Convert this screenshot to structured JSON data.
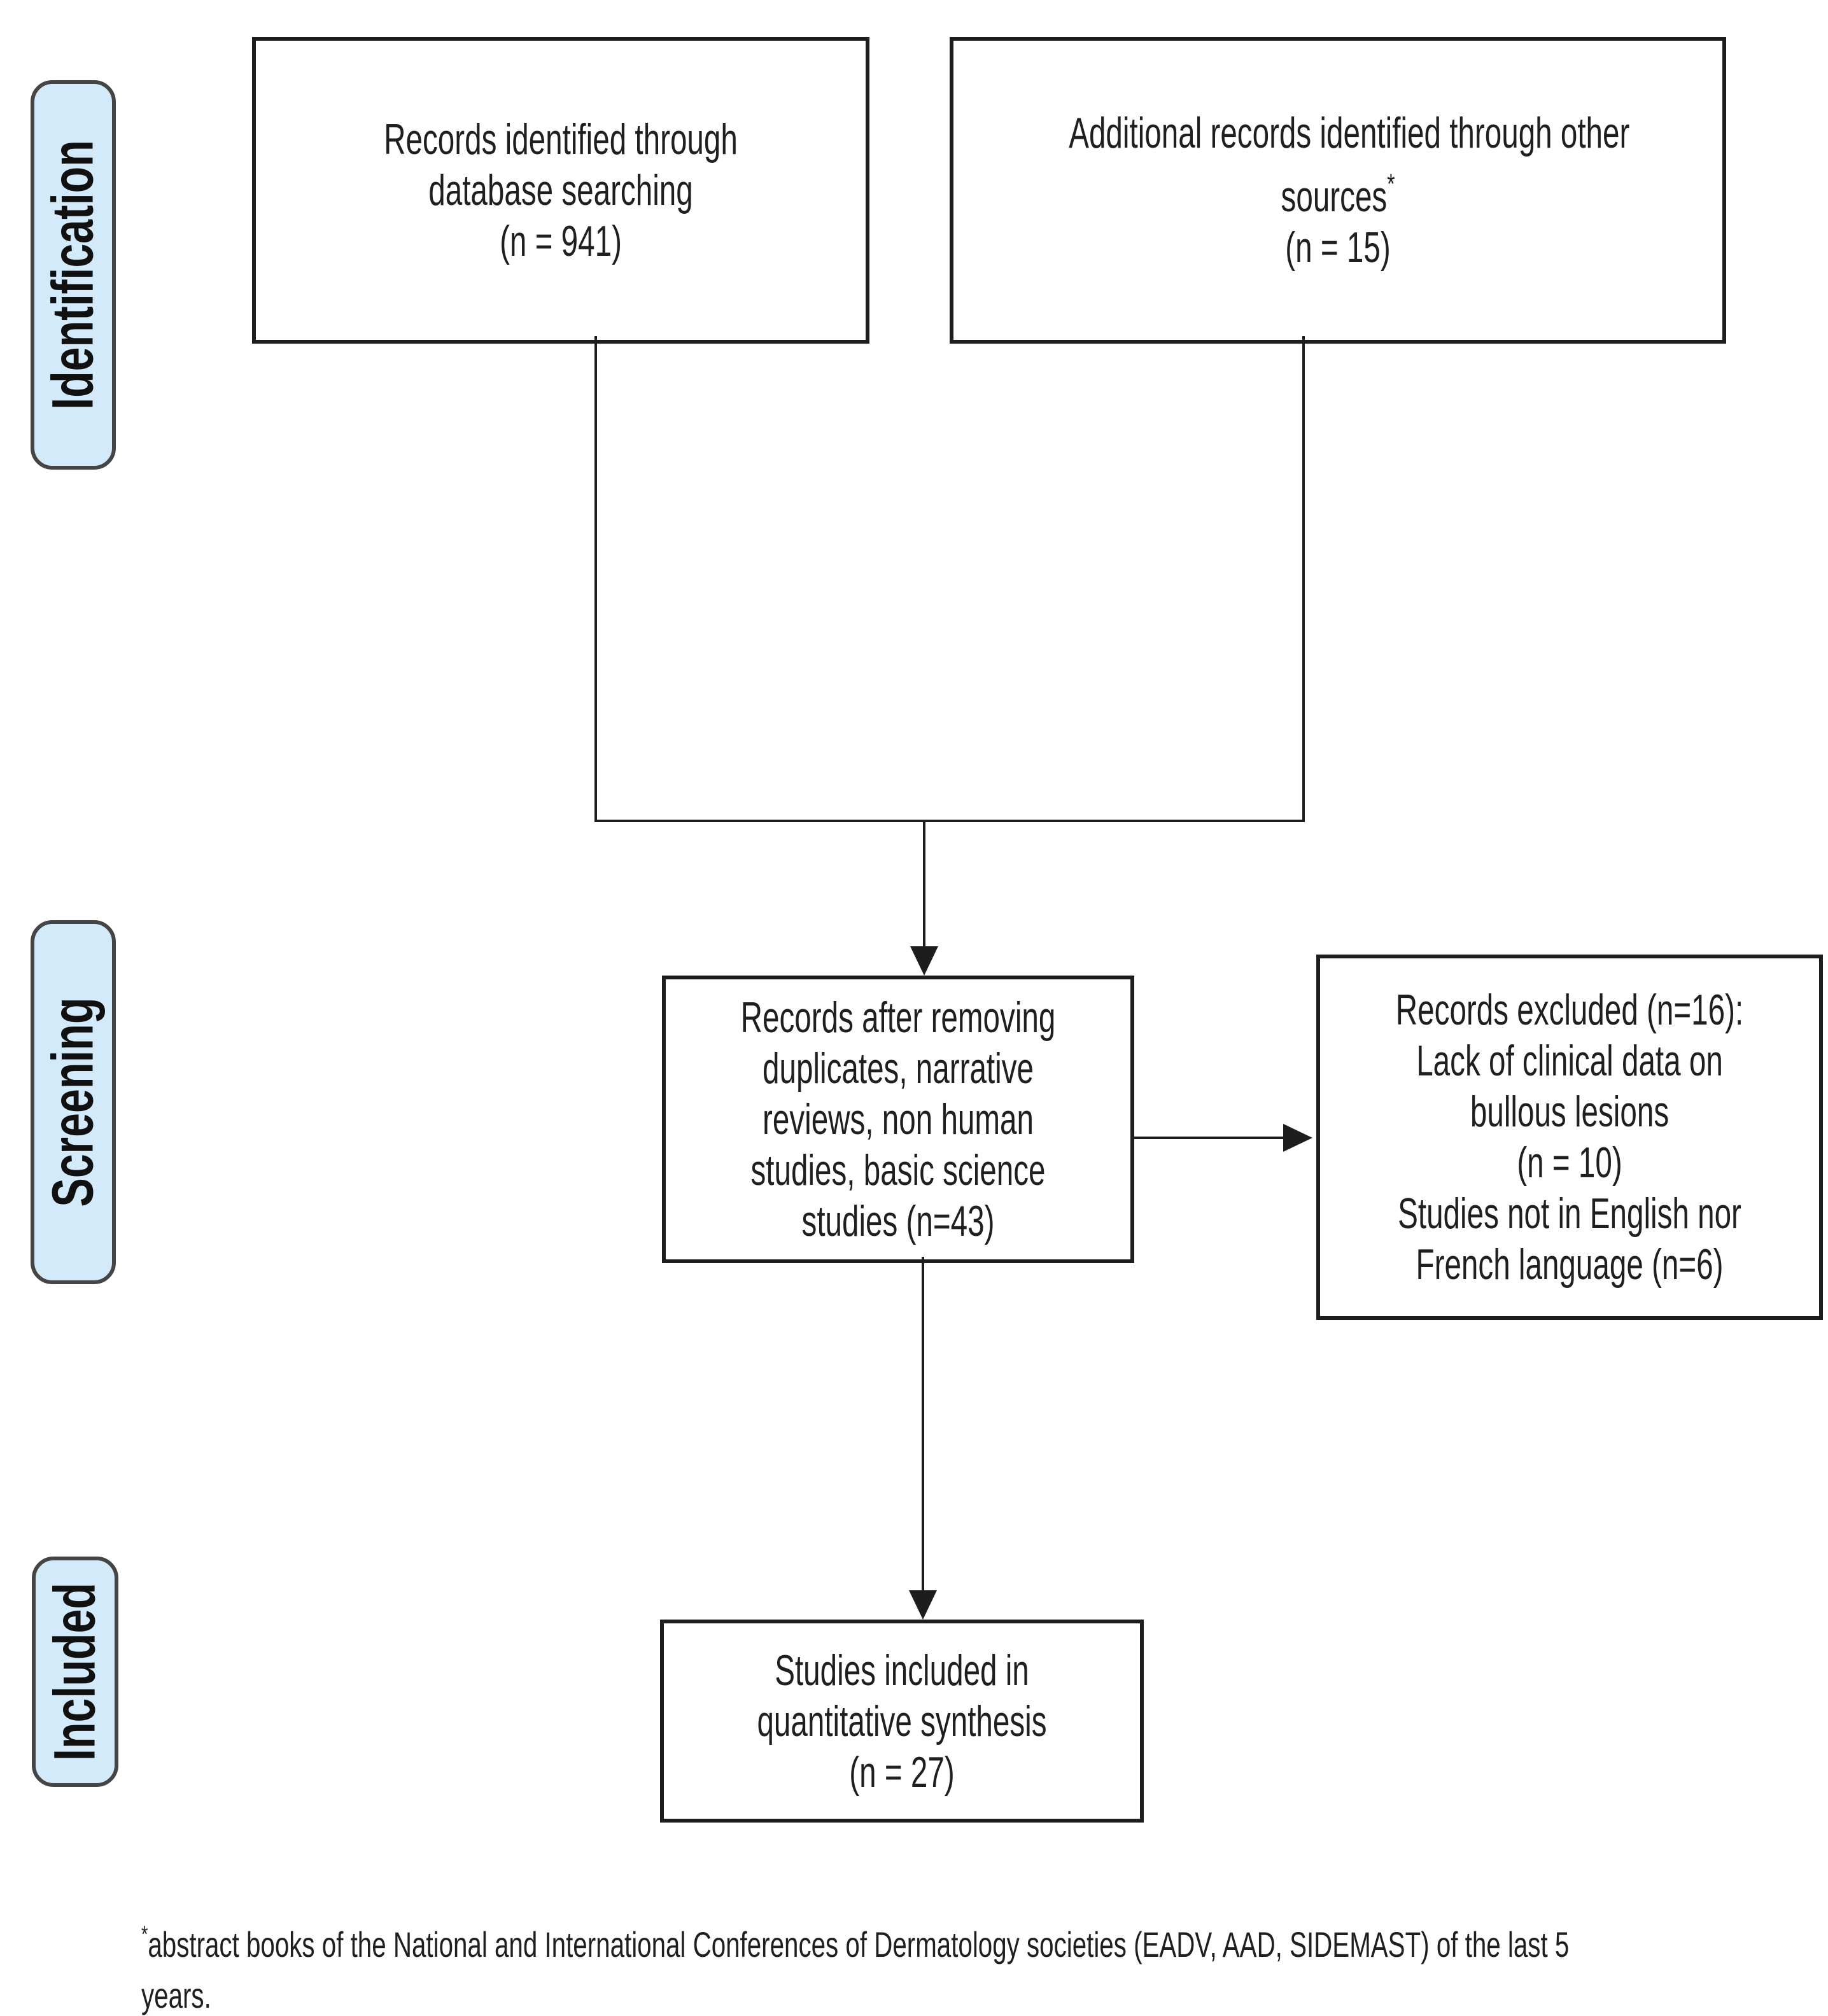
{
  "diagram": {
    "kind": "prisma-flow",
    "colors": {
      "stage_fill": "#d3eafb",
      "stage_border": "#454545",
      "box_border": "#1d1d1d",
      "connector": "#1d1d1d",
      "text": "#1f1f1f",
      "background": "#ffffff"
    }
  },
  "stages": [
    {
      "label": "Identification"
    },
    {
      "label": "Screening"
    },
    {
      "label": "Included"
    }
  ],
  "boxes": {
    "database": {
      "lines": [
        "Records identified through",
        "database searching",
        "(n = 941)"
      ]
    },
    "other_sources": {
      "lines": [
        "Additional records identified through other",
        "sources",
        "(n = 15)"
      ],
      "asterisk": "*"
    },
    "after_removal": {
      "lines": [
        "Records after removing",
        "duplicates, narrative",
        "reviews, non human",
        "studies, basic science",
        "studies (n=43)"
      ]
    },
    "excluded": {
      "lines": [
        "Records excluded (n=16):",
        "Lack of clinical data on",
        "bullous lesions",
        "(n = 10)",
        "Studies not in English nor",
        "French language (n=6)"
      ]
    },
    "included": {
      "lines": [
        "Studies included in",
        "quantitative synthesis",
        "(n = 27)"
      ]
    }
  },
  "footnote": {
    "marker": "*",
    "text": "abstract books of the National and International Conferences of Dermatology societies (EADV, AAD, SIDEMAST) of the last 5 years."
  }
}
